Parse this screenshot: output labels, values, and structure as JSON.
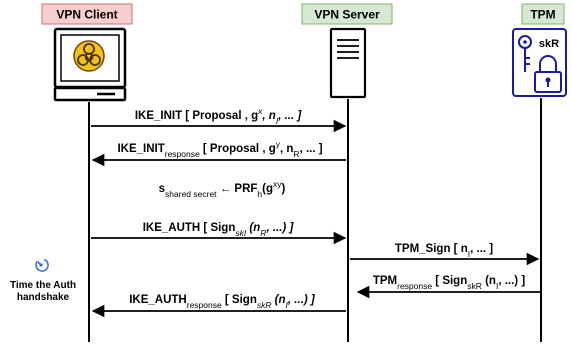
{
  "actors": {
    "client": {
      "label": "VPN Client",
      "fill": "#f8cecc",
      "stroke": "#d07070"
    },
    "server": {
      "label": "VPN Server",
      "fill": "#d5e8d4",
      "stroke": "#82b366"
    },
    "tpm": {
      "label": "TPM",
      "fill": "#d5e8d4",
      "stroke": "#82b366"
    }
  },
  "tpm_key_label": "skR",
  "colors": {
    "tpm_blue": "#1a1aa6",
    "timer_blue": "#3a6fd8",
    "hazard_yellow": "#f2c21b",
    "hazard_brown": "#6b4a14"
  },
  "messages": {
    "ike_init": "IKE_INIT [ Proposal , g",
    "ike_init_x": "x",
    "ike_init_n": ", n",
    "ike_init_n_sub": "I",
    "ike_init_end": ", ... ]",
    "ike_init_resp": "IKE_INIT",
    "ike_init_resp_sub": "response",
    "ike_init_resp_rest": " [ Proposal , g",
    "ike_init_resp_y": "y",
    "ike_init_resp_n": ", n",
    "ike_init_resp_n_sub": "R",
    "ike_init_resp_end": ", ... ]",
    "shared_s": "s",
    "shared_sub": "shared secret",
    "shared_arrow": " ← PRF",
    "shared_h": "h",
    "shared_g": "(g",
    "shared_xy": "xy",
    "shared_close": ")",
    "ike_auth": "IKE_AUTH [ Sign",
    "ike_auth_sub": "skI",
    "ike_auth_rest": " (n",
    "ike_auth_n_sub": "R",
    "ike_auth_end": ", ...) ]",
    "tpm_sign": "TPM_Sign [ n",
    "tpm_sign_sub": "I",
    "tpm_sign_end": ", ... ]",
    "tpm_resp": "TPM",
    "tpm_resp_sub": "response",
    "tpm_resp_rest": " [ Sign",
    "tpm_resp_sign_sub": "skR",
    "tpm_resp_n": " (n",
    "tpm_resp_n_sub": "I",
    "tpm_resp_end": ", ...) ]",
    "ike_auth_resp": "IKE_AUTH",
    "ike_auth_resp_sub": "response",
    "ike_auth_resp_rest": " [ Sign",
    "ike_auth_resp_sign_sub": "skR",
    "ike_auth_resp_n": " (n",
    "ike_auth_resp_n_sub": "I",
    "ike_auth_resp_end": ", ...) ]"
  },
  "timer": {
    "line1": "Time the Auth",
    "line2": "handshake"
  }
}
